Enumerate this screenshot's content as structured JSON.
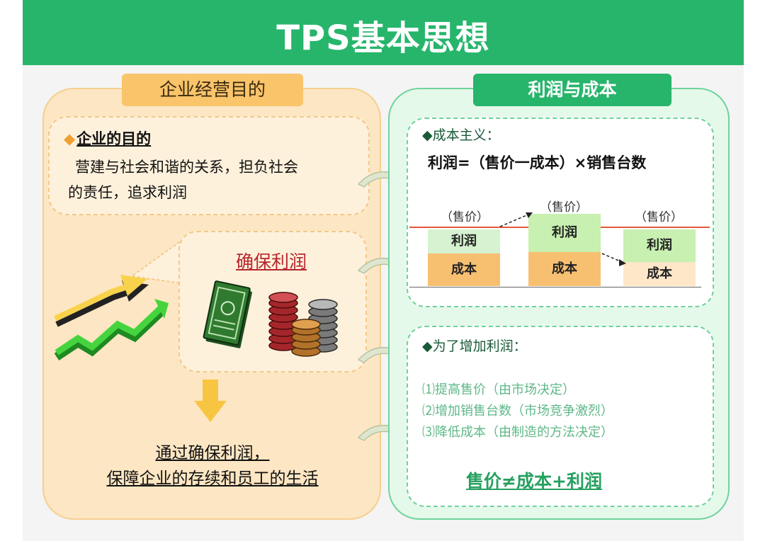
{
  "header": {
    "title": "TPS基本思想"
  },
  "left": {
    "tab": "企业经营目的",
    "purpose_heading": "企业的目的",
    "purpose_lines": [
      "营建与社会和谐的关系，担负社会",
      "的责任，追求利润"
    ],
    "profit_label": "确保利润",
    "conclusion_lines": [
      "通过确保利润，",
      "保障企业的存续和员工的生活"
    ]
  },
  "right": {
    "tab": "利润与成本",
    "cost_heading": "◆成本主义：",
    "formula": "利润=（售价一成本）×销售台数",
    "bars": [
      {
        "price": "（售价）",
        "profit": "利润",
        "cost": "成本"
      },
      {
        "price": "（售价）",
        "profit": "利润",
        "cost": "成本"
      },
      {
        "price": "（售价）",
        "profit": "利润",
        "cost": "成本"
      }
    ],
    "increase_heading": "◆为了增加利润：",
    "methods": [
      "⑴提高售价（由市场决定）",
      "⑵增加销售台数（市场竞争激烈）",
      "⑶降低成本（由制造的方法决定）"
    ],
    "neq": "售价≠成本+利润"
  },
  "colors": {
    "banner": "#27b56c",
    "orange_accent": "#f9c46a",
    "profit_red": "#b8262c",
    "green_text": "#27a060"
  }
}
